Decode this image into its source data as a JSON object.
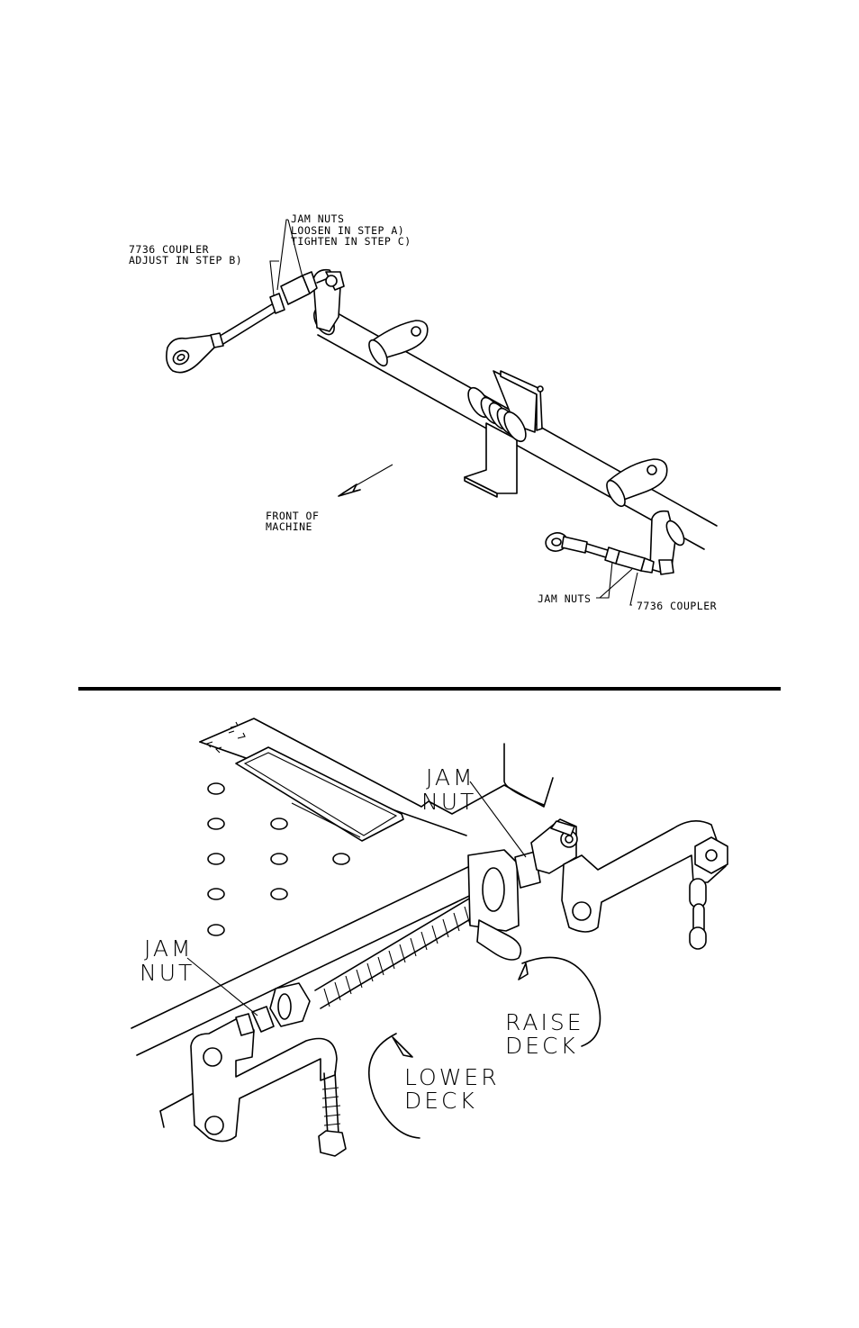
{
  "top_diagram": {
    "jam_nuts_title": "JAM NUTS",
    "jam_nuts_step_a": "LOOSEN IN STEP A)",
    "jam_nuts_step_c": "TIGHTEN IN STEP C)",
    "coupler_title": "7736 COUPLER",
    "coupler_step_b": "ADJUST IN STEP B)",
    "front_line1": "FRONT OF",
    "front_line2": "MACHINE",
    "jam_nuts_lower": "JAM NUTS",
    "coupler_lower": "7736 COUPLER"
  },
  "bottom_diagram": {
    "jam_nut_upper_line1": "JAM",
    "jam_nut_upper_line2": "NUT",
    "jam_nut_left_line1": "JAM",
    "jam_nut_left_line2": "NUT",
    "raise_line1": "RAISE",
    "raise_line2": "DECK",
    "lower_line1": "LOWER",
    "lower_line2": "DECK"
  }
}
